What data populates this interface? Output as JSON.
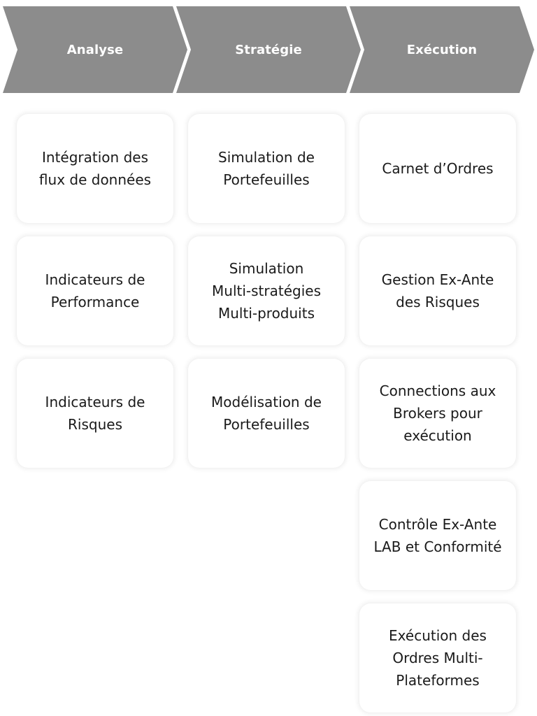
{
  "header": {
    "phases": [
      {
        "label": "Analyse"
      },
      {
        "label": "Stratégie"
      },
      {
        "label": "Exécution"
      }
    ]
  },
  "colors": {
    "chevron_fill": "#8c8c8c",
    "chevron_text": "#ffffff",
    "card_background": "#ffffff",
    "card_text": "#1a1a1a"
  },
  "columns": {
    "analyse": [
      "Intégration des\nflux de données",
      "Indicateurs de\nPerformance",
      "Indicateurs de\nRisques"
    ],
    "strategie": [
      "Simulation de\nPortefeuilles",
      "Simulation\nMulti-stratégies\nMulti-produits",
      "Modélisation de\nPortefeuilles"
    ],
    "execution": [
      "Carnet d’Ordres",
      "Gestion Ex-Ante\ndes Risques",
      "Connections aux\nBrokers pour\nexécution",
      "Contrôle Ex-Ante\nLAB et Conformité",
      "Exécution des\nOrdres Multi-\nPlateformes"
    ]
  }
}
